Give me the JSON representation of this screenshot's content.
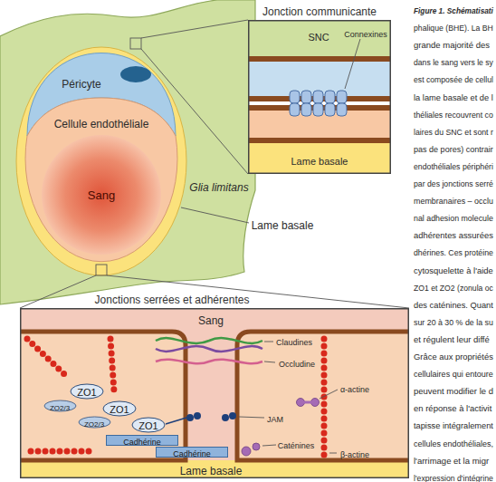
{
  "diagram": {
    "nodes": [
      {
        "text": [
          "Glia limitans"
        ]
      },
      {
        "text": [
          "Péricyte"
        ],
        "in": 0
      },
      {
        "text": [
          "Cellule endothéliale"
        ],
        "in": 0
      },
      {
        "text": [
          "Sang"
        ],
        "in": 2
      },
      {
        "text": [
          "Jonction communicante"
        ]
      },
      {
        "text": [
          "Jonctions serrées et adhérentes"
        ]
      },
      {
        "text": [
          "ZO1"
        ],
        "in": 5
      },
      {
        "text": [
          "ZO2/3"
        ],
        "in": 5
      },
      {
        "text": [
          "ZO1"
        ],
        "in": 5
      },
      {
        "text": [
          "ZO2/3"
        ],
        "in": 5
      },
      {
        "text": [
          "ZO1"
        ],
        "in": 5
      },
      {
        "text": [
          "Cadhérine"
        ],
        "in": 5
      },
      {
        "text": [
          "Cadhérine"
        ],
        "in": 5
      }
    ],
    "labels": [
      "Lame basale",
      "SNC",
      "Connexines",
      "Lame basale",
      "Sang",
      "Claudines",
      "Occludine",
      "α-actine",
      "JAM",
      "Caténines",
      "β-actine",
      "Lame basale",
      "Figure 1. Schématisati",
      "phalique (BHE). La BH",
      "grande majorité des",
      "dans le sang vers le sy",
      "est composée de cellul",
      "la lame basale et de l",
      "théliales recouvrent co",
      "laires du SNC et sont r",
      "pas de pores) contrair",
      "endothéliales périphéri",
      "par des jonctions serré",
      "membranaires – occlu",
      "nal adhesion molecule",
      "adhérentes assurées",
      "dhérines. Ces protéine",
      "cytosquelette à l'aide",
      "ZO1 et ZO2 (zonula oc",
      "des caténines. Quant",
      "sur 20 à 30 % de la su",
      "et régulent leur diffé",
      "Grâce aux propriétés",
      "cellulaires qui entoure",
      "peuvent modifier le d",
      "en réponse à l'activit",
      "tapisse intégralement",
      "cellules endothéliales,",
      "l'arrimage et la migr",
      "l'expression d'intégrine"
    ]
  }
}
